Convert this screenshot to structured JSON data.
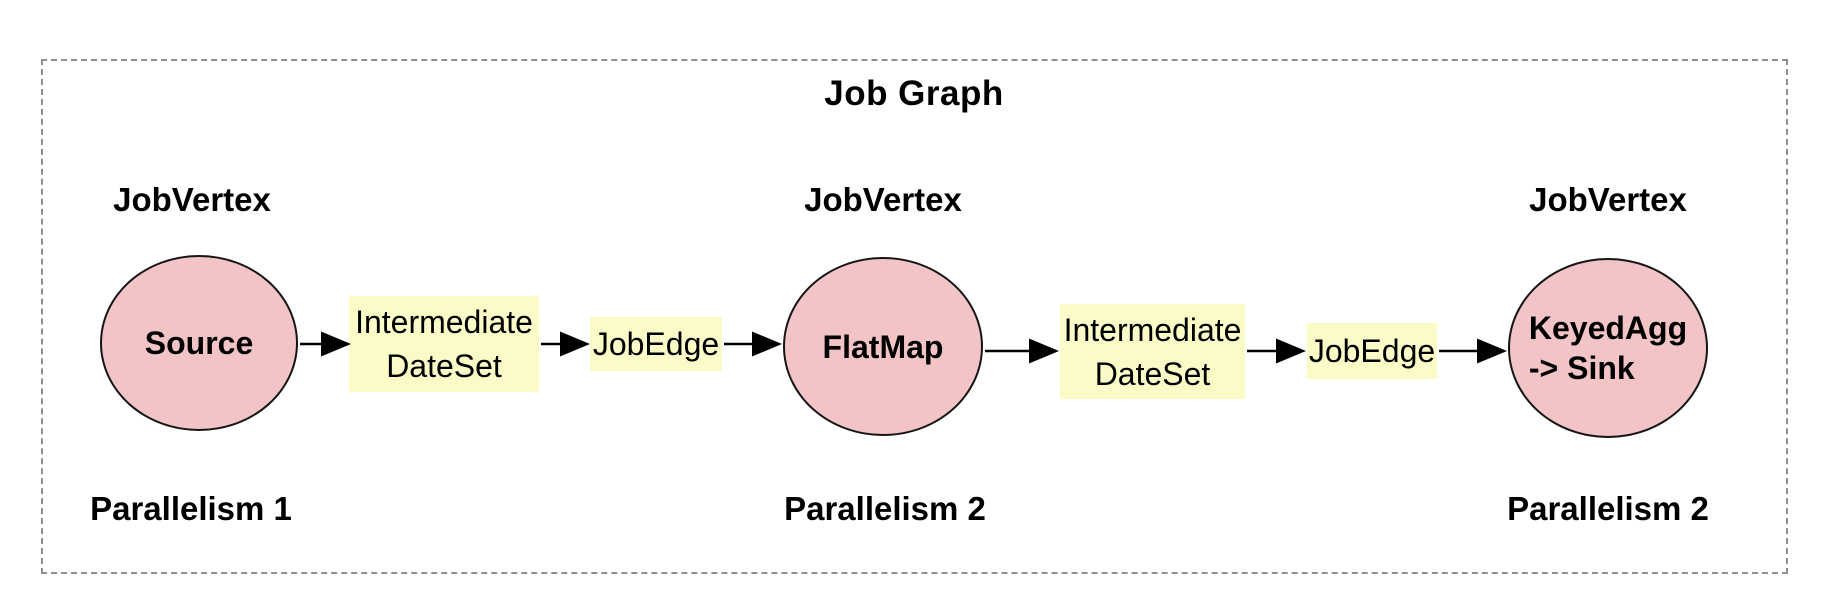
{
  "diagram": {
    "title": "Job Graph",
    "colors": {
      "vertex_fill": "#f2c4c6",
      "vertex_border": "#151515",
      "dataset_fill": "#fbfbc8",
      "frame_dashed_border": "#8f8f8f",
      "arrow": "#000000",
      "text": "#000000"
    },
    "vertices": [
      {
        "type_label": "JobVertex",
        "name": "Source",
        "parallelism": "Parallelism 1"
      },
      {
        "type_label": "JobVertex",
        "name": "FlatMap",
        "parallelism": "Parallelism 2"
      },
      {
        "type_label": "JobVertex",
        "name": "KeyedAgg\n-> Sink",
        "parallelism": "Parallelism 2"
      }
    ],
    "connections": [
      {
        "intermediate_dataset": "Intermediate\nDateSet",
        "job_edge": "JobEdge"
      },
      {
        "intermediate_dataset": "Intermediate\nDateSet",
        "job_edge": "JobEdge"
      }
    ]
  }
}
